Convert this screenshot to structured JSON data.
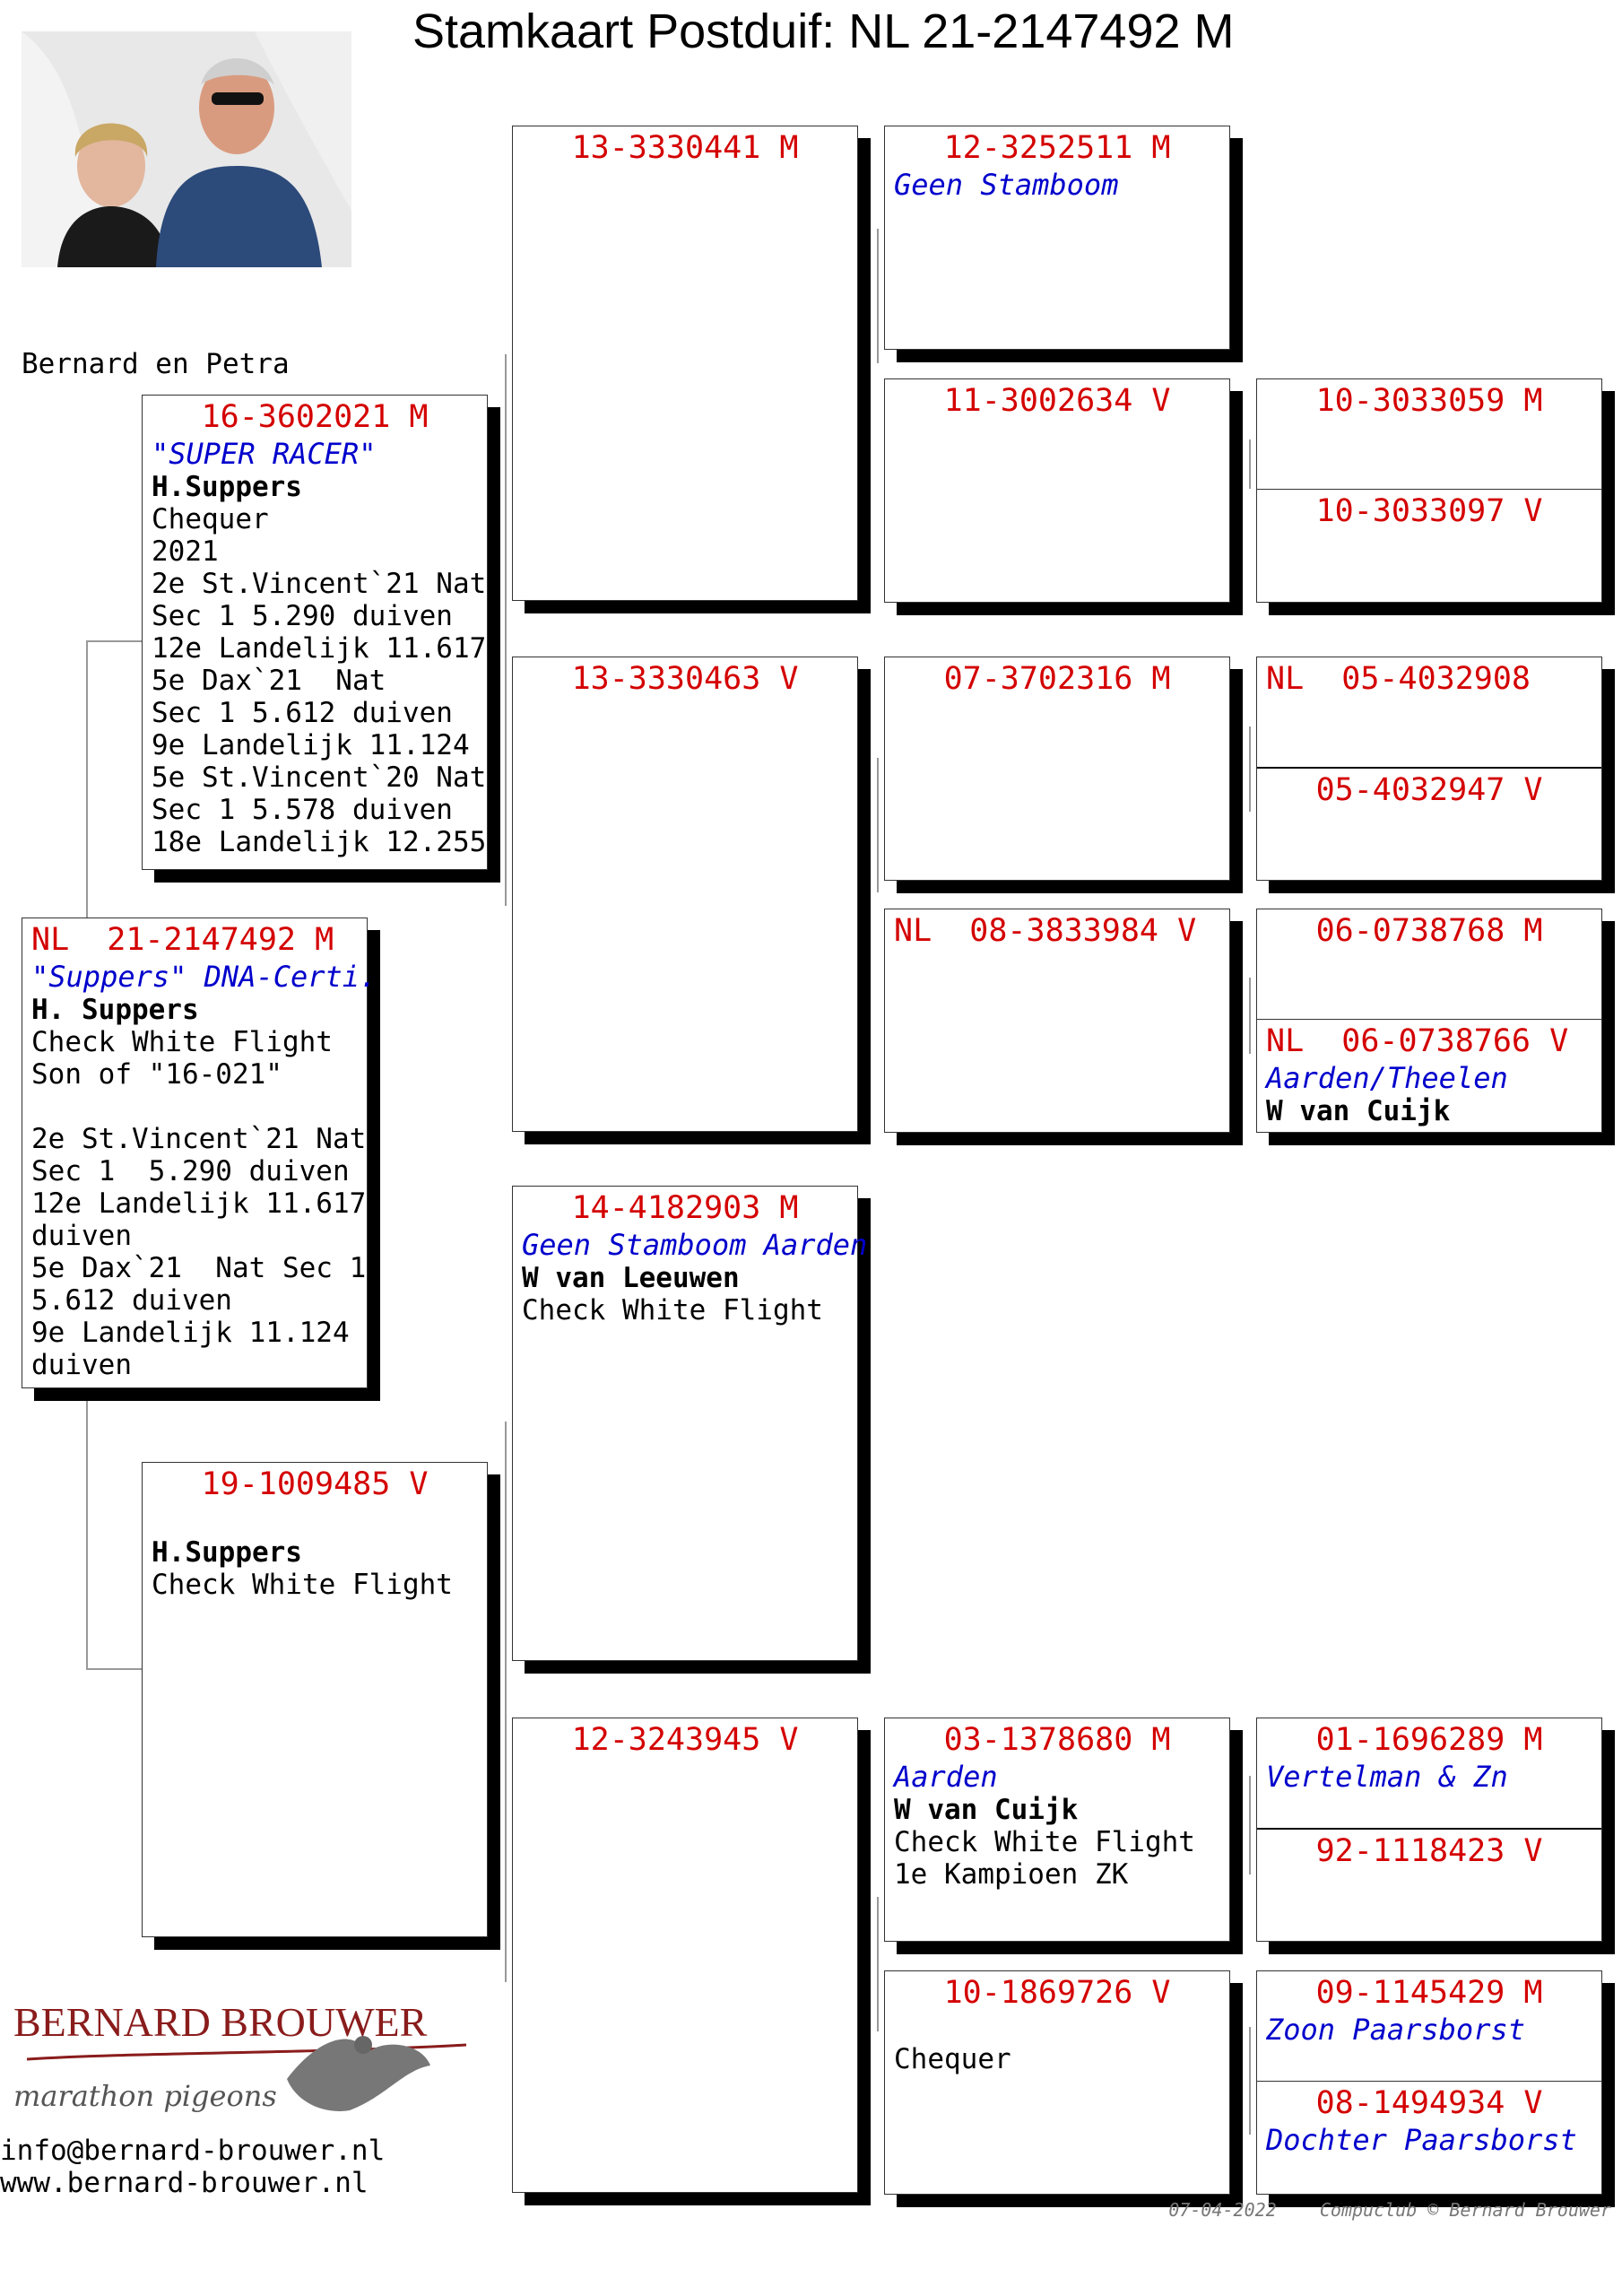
{
  "title": "Stamkaart Postduif: NL  21-2147492 M",
  "owner": "Bernard en Petra",
  "logo": {
    "name": "BERNARD BROUWER",
    "tagline": "marathon pigeons"
  },
  "contact": {
    "email": "info@bernard-brouwer.nl",
    "website": "www.bernard-brouwer.nl"
  },
  "footer": "07-04-2022    Compuclub © Bernard Brouwer",
  "colors": {
    "ring": "#d40000",
    "blue": "#0000cc"
  },
  "pigeons": {
    "main": {
      "ring": "NL  21-2147492 M",
      "strain": "\"Suppers\" DNA-Certi.",
      "breeder": "H. Suppers",
      "lines": [
        "Check White Flight",
        "Son of \"16-021\"",
        "",
        "2e St.Vincent`21 Nat",
        "Sec 1  5.290 duiven",
        "12e Landelijk 11.617",
        "duiven",
        "5e Dax`21  Nat Sec 1",
        "5.612 duiven",
        "9e Landelijk 11.124",
        "duiven"
      ]
    },
    "father": {
      "ring": "16-3602021 M",
      "strain": "\"SUPER RACER\"",
      "breeder": "H.Suppers",
      "lines": [
        "Chequer",
        "2021",
        "2e St.Vincent`21 Nat",
        "Sec 1 5.290 duiven",
        "12e Landelijk 11.617",
        "5e Dax`21  Nat",
        "Sec 1 5.612 duiven",
        "9e Landelijk 11.124",
        "5e St.Vincent`20 Nat",
        "Sec 1 5.578 duiven",
        "18e Landelijk 12.255"
      ]
    },
    "mother": {
      "ring": "19-1009485 V",
      "breeder": "H.Suppers",
      "lines": [
        "Check White Flight"
      ]
    },
    "ff": {
      "ring": "13-3330441 M"
    },
    "fm": {
      "ring": "13-3330463 V"
    },
    "mf": {
      "ring": "14-4182903 M",
      "strain": "Geen Stamboom Aarden",
      "breeder": "W van Leeuwen",
      "lines": [
        "Check White Flight"
      ]
    },
    "mm": {
      "ring": "12-3243945 V"
    },
    "fff": {
      "ring": "12-3252511 M",
      "strain": "Geen Stamboom"
    },
    "ffm": {
      "ring": "11-3002634 V"
    },
    "fmf": {
      "ring": "07-3702316 M"
    },
    "fmm": {
      "ring": "NL  08-3833984 V"
    },
    "mmf": {
      "ring": "03-1378680 M",
      "strain": "Aarden",
      "breeder": "W van Cuijk",
      "lines": [
        "Check White Flight",
        "1e Kampioen ZK"
      ]
    },
    "mmm": {
      "ring": "10-1869726 V",
      "lines": [
        "Chequer"
      ]
    },
    "ffmf": {
      "ring": "10-3033059 M"
    },
    "ffmm": {
      "ring": "10-3033097 V"
    },
    "fmff": {
      "ring": "NL  05-4032908"
    },
    "fmfm": {
      "ring": "05-4032947 V"
    },
    "fmmf": {
      "ring": "06-0738768 M"
    },
    "fmmm": {
      "ring": "NL  06-0738766 V",
      "strain": "Aarden/Theelen",
      "breeder": "W van Cuijk"
    },
    "mmff": {
      "ring": "01-1696289 M",
      "strain": "Vertelman & Zn"
    },
    "mmfm": {
      "ring": "92-1118423 V"
    },
    "mmmf": {
      "ring": "09-1145429 M",
      "strain": "Zoon Paarsborst"
    },
    "mmmm": {
      "ring": "08-1494934 V",
      "strain": "Dochter Paarsborst"
    }
  }
}
